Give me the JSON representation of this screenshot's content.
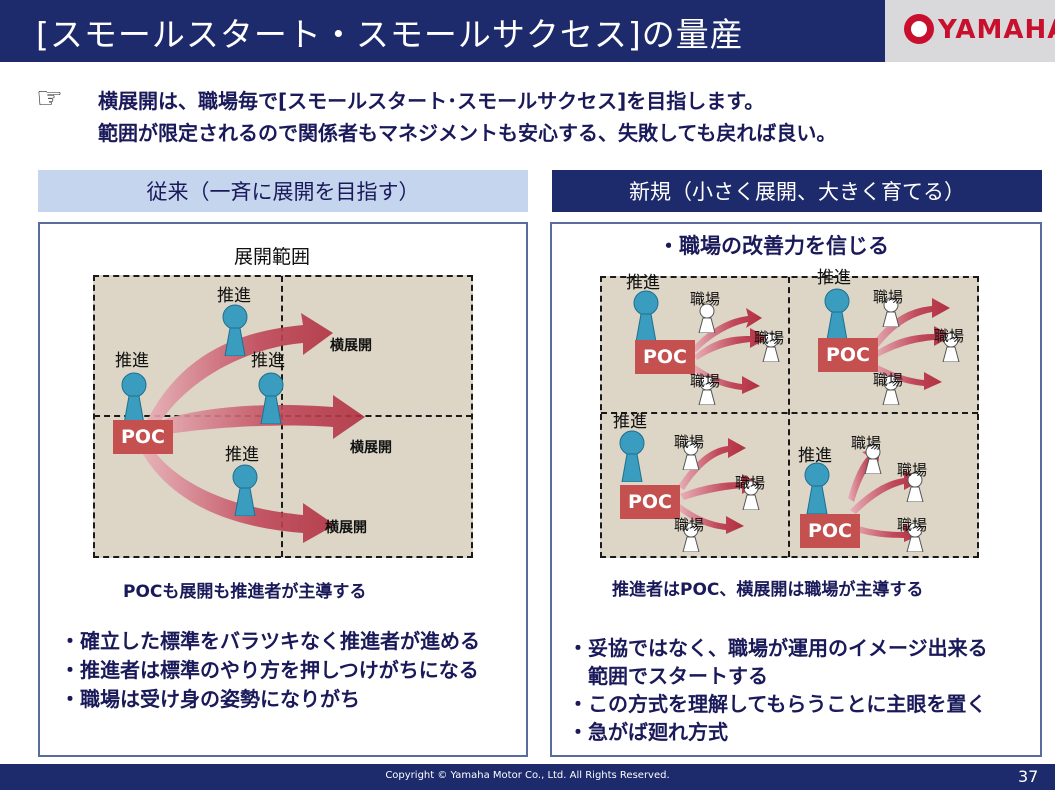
{
  "header": {
    "title": "[スモールスタート・スモールサクセス]の量産",
    "logo": "YAMAHA"
  },
  "intro": {
    "line1": "横展開は、職場毎で[スモールスタート･スモールサクセス]を目指します。",
    "line2": "範囲が限定されるので関係者もマネジメントも安心する、失敗しても戻れば良い。",
    "icon": "pointing-hand-icon"
  },
  "left": {
    "heading": "従来（一斉に展開を目指す）",
    "diagram": {
      "range_label": "展開範囲",
      "poc_label": "POC",
      "promoter_labels": [
        "推進",
        "推進",
        "推進",
        "推進"
      ],
      "rollout_labels": [
        "横展開",
        "横展開",
        "横展開"
      ]
    },
    "caption": "POCも展開も推進者が主導する",
    "bullets": [
      "・確立した標準をバラツキなく推進者が進める",
      "・推進者は標準のやり方を押しつけがちになる",
      "・職場は受け身の姿勢になりがち"
    ]
  },
  "right": {
    "heading": "新規（小さく展開、大きく育てる）",
    "subheading": "・職場の改善力を信じる",
    "diagram": {
      "poc_label": "POC",
      "promoter_label": "推進",
      "workplace_label": "職場"
    },
    "caption": "推進者はPOC、横展開は職場が主導する",
    "bullets": [
      "・妥協ではなく、職場が運用のイメージ出来る",
      "　範囲でスタートする",
      "・この方式を理解してもらうことに主眼を置く",
      "・急がば廻れ方式"
    ]
  },
  "footer": {
    "copyright": "Copyright © Yamaha Motor Co., Ltd.  All Rights Reserved.",
    "page": "37"
  },
  "colors": {
    "navy": "#1d2a6b",
    "light_blue": "#c5d5ee",
    "poc_red": "#c45050",
    "figure_blue": "#3a9dc0",
    "grid_beige": "#ddd6c6",
    "brand_red": "#c8102e"
  }
}
